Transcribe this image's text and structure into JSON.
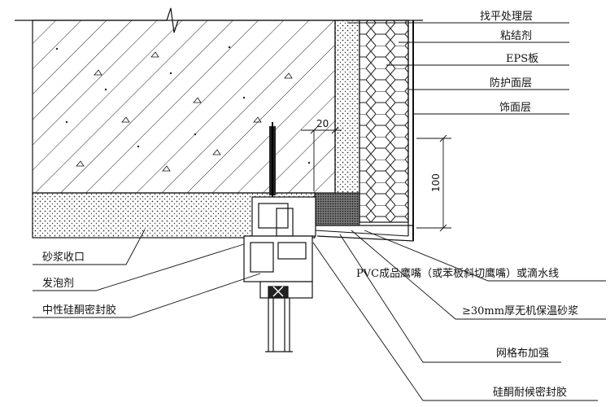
{
  "labels_right": [
    "找平处理层",
    "粘结剂",
    "EPS板",
    "防护面层",
    "饰面层"
  ],
  "labels_left": [
    "砂浆收口",
    "发泡剂",
    "中性硅酮密封胶"
  ],
  "labels_bottom_right": [
    "PVC成品鹰嘴（或苯板斜切鹰嘴）或滴水线",
    "≥30mm厚无机保温砂浆",
    "网格布加强",
    "硅酮耐候密封胶"
  ],
  "dimensions": {
    "gap": "20",
    "height": "100"
  }
}
